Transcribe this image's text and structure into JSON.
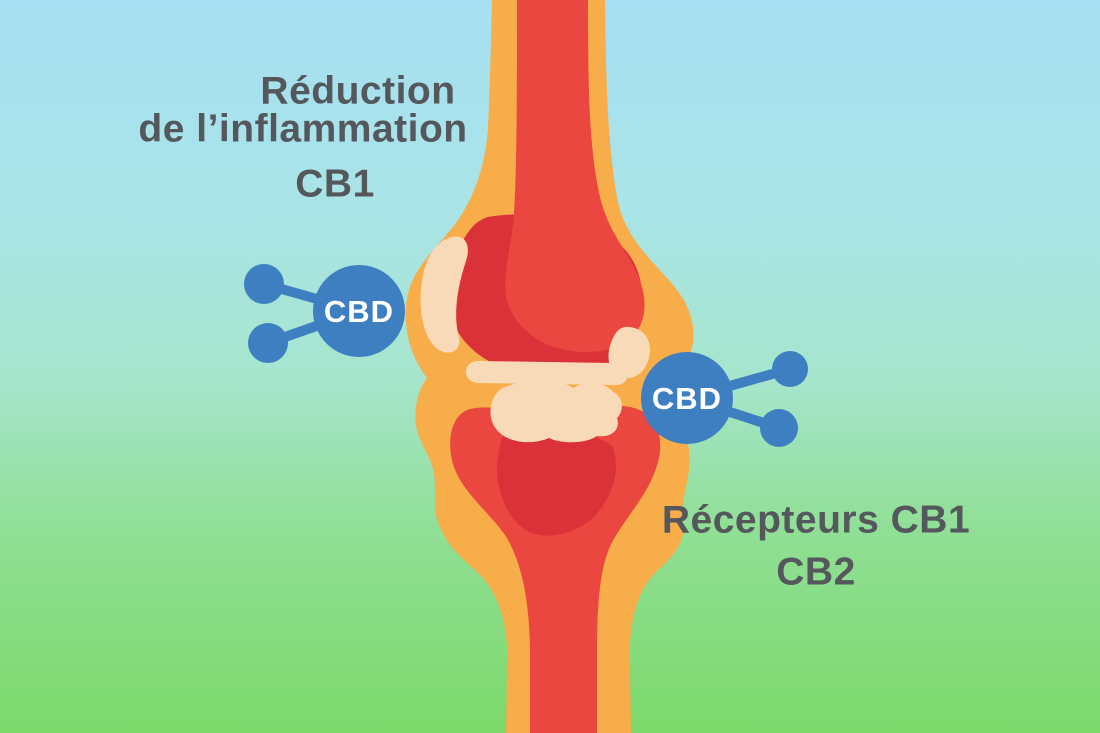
{
  "annotations": {
    "left_label": {
      "line1": "Réduction",
      "line2": "de l’inflammation",
      "line3": "CB1"
    },
    "right_label": {
      "line1": "Récepteurs CB1",
      "line2": "CB2"
    }
  },
  "molecules": {
    "left": {
      "label": "CBD"
    },
    "right": {
      "label": "CBD"
    }
  },
  "colors": {
    "background_top": "#A6DFF2",
    "background_upper_mid": "#A9E4E6",
    "background_middle": "#A6E5CC",
    "background_lower_mid": "#90DF96",
    "background_bottom": "#7CD96A",
    "bone_outline": "#F7AD49",
    "bone_fill": "#E9473F",
    "bone_inner_shadow": "#DB3139",
    "cartilage": "#F8D9B8",
    "molecule": "#3E7FC1",
    "molecule_text": "#FFFFFF",
    "label_text": "#54585C"
  }
}
